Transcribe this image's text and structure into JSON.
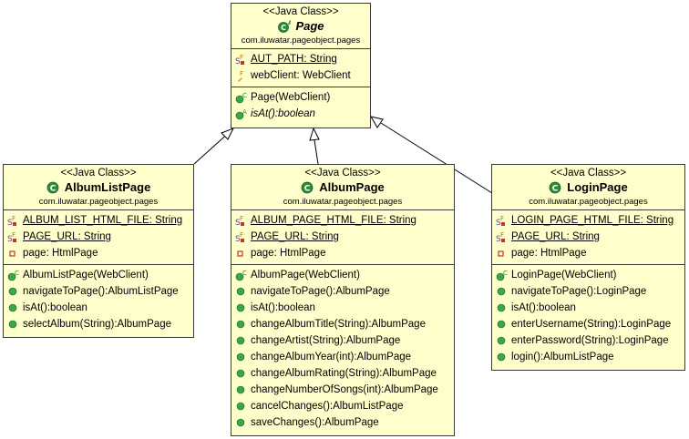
{
  "classes": {
    "page": {
      "stereotype": "<<Java Class>>",
      "name": "Page",
      "package": "com.iluwatar.pageobject.pages",
      "fields": [
        {
          "text": "AUT_PATH: String"
        },
        {
          "text": "webClient: WebClient"
        }
      ],
      "methods": [
        {
          "text": "Page(WebClient)"
        },
        {
          "text": "isAt():boolean"
        }
      ]
    },
    "album_list_page": {
      "stereotype": "<<Java Class>>",
      "name": "AlbumListPage",
      "package": "com.iluwatar.pageobject.pages",
      "fields": [
        {
          "text": "ALBUM_LIST_HTML_FILE: String"
        },
        {
          "text": "PAGE_URL: String"
        },
        {
          "text": "page: HtmlPage"
        }
      ],
      "methods": [
        {
          "text": "AlbumListPage(WebClient)"
        },
        {
          "text": "navigateToPage():AlbumListPage"
        },
        {
          "text": "isAt():boolean"
        },
        {
          "text": "selectAlbum(String):AlbumPage"
        }
      ]
    },
    "album_page": {
      "stereotype": "<<Java Class>>",
      "name": "AlbumPage",
      "package": "com.iluwatar.pageobject.pages",
      "fields": [
        {
          "text": "ALBUM_PAGE_HTML_FILE: String"
        },
        {
          "text": "PAGE_URL: String"
        },
        {
          "text": "page: HtmlPage"
        }
      ],
      "methods": [
        {
          "text": "AlbumPage(WebClient)"
        },
        {
          "text": "navigateToPage():AlbumPage"
        },
        {
          "text": "isAt():boolean"
        },
        {
          "text": "changeAlbumTitle(String):AlbumPage"
        },
        {
          "text": "changeArtist(String):AlbumPage"
        },
        {
          "text": "changeAlbumYear(int):AlbumPage"
        },
        {
          "text": "changeAlbumRating(String):AlbumPage"
        },
        {
          "text": "changeNumberOfSongs(int):AlbumPage"
        },
        {
          "text": "cancelChanges():AlbumListPage"
        },
        {
          "text": "saveChanges():AlbumPage"
        }
      ]
    },
    "login_page": {
      "stereotype": "<<Java Class>>",
      "name": "LoginPage",
      "package": "com.iluwatar.pageobject.pages",
      "fields": [
        {
          "text": "LOGIN_PAGE_HTML_FILE: String"
        },
        {
          "text": "PAGE_URL: String"
        },
        {
          "text": "page: HtmlPage"
        }
      ],
      "methods": [
        {
          "text": "LoginPage(WebClient)"
        },
        {
          "text": "navigateToPage():LoginPage"
        },
        {
          "text": "isAt():boolean"
        },
        {
          "text": "enterUsername(String):LoginPage"
        },
        {
          "text": "enterPassword(String):LoginPage"
        },
        {
          "text": "login():AlbumListPage"
        }
      ]
    }
  },
  "icons": {
    "class": "class-icon",
    "static_final_field": "static-final-field-icon",
    "final_field": "final-field-icon",
    "private_field": "private-field-icon",
    "constructor": "constructor-icon",
    "method": "public-method-icon",
    "abstract_method": "abstract-method-icon"
  },
  "colors": {
    "class_fill": "#ffffcc",
    "border": "#3a3a3a",
    "class_icon": "#2e8b3a",
    "method_icon": "#3aa84a",
    "private_icon": "#c0392b",
    "static_marker": "#6a3d9a",
    "final_marker": "#b07a00"
  }
}
